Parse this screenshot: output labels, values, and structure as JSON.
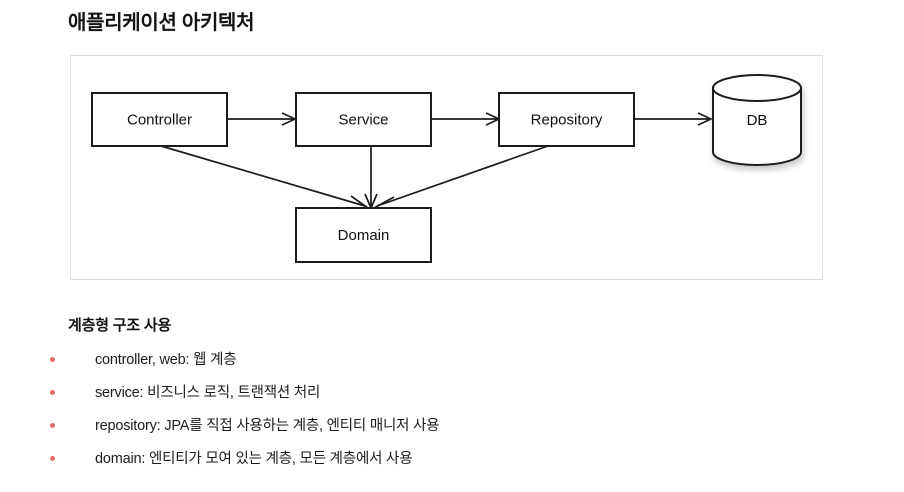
{
  "page": {
    "title": "애플리케이션 아키텍처",
    "background_color": "#ffffff"
  },
  "diagram": {
    "panel_border_color": "#dddddd",
    "node_stroke_color": "#1c1c1c",
    "nodes": [
      {
        "id": "controller",
        "label": "Controller",
        "shape": "rect"
      },
      {
        "id": "service",
        "label": "Service",
        "shape": "rect"
      },
      {
        "id": "repository",
        "label": "Repository",
        "shape": "rect"
      },
      {
        "id": "db",
        "label": "DB",
        "shape": "cylinder"
      },
      {
        "id": "domain",
        "label": "Domain",
        "shape": "rect"
      }
    ],
    "edges": [
      {
        "from": "controller",
        "to": "service",
        "style": "arrow"
      },
      {
        "from": "service",
        "to": "repository",
        "style": "arrow"
      },
      {
        "from": "repository",
        "to": "db",
        "style": "arrow"
      },
      {
        "from": "controller",
        "to": "domain",
        "style": "arrow"
      },
      {
        "from": "service",
        "to": "domain",
        "style": "arrow"
      },
      {
        "from": "repository",
        "to": "domain",
        "style": "arrow"
      }
    ]
  },
  "notes": {
    "heading": "계층형 구조 사용",
    "bullet_color": "#e06c6c",
    "items": [
      {
        "text": "controller, web: 웹 계층"
      },
      {
        "text": "service: 비즈니스 로직, 트랜잭션 처리"
      },
      {
        "text": "repository: JPA를 직접 사용하는 계층, 엔티티 매니저 사용"
      },
      {
        "text": "domain: 엔티티가 모여 있는 계층, 모든 계층에서 사용"
      }
    ]
  }
}
